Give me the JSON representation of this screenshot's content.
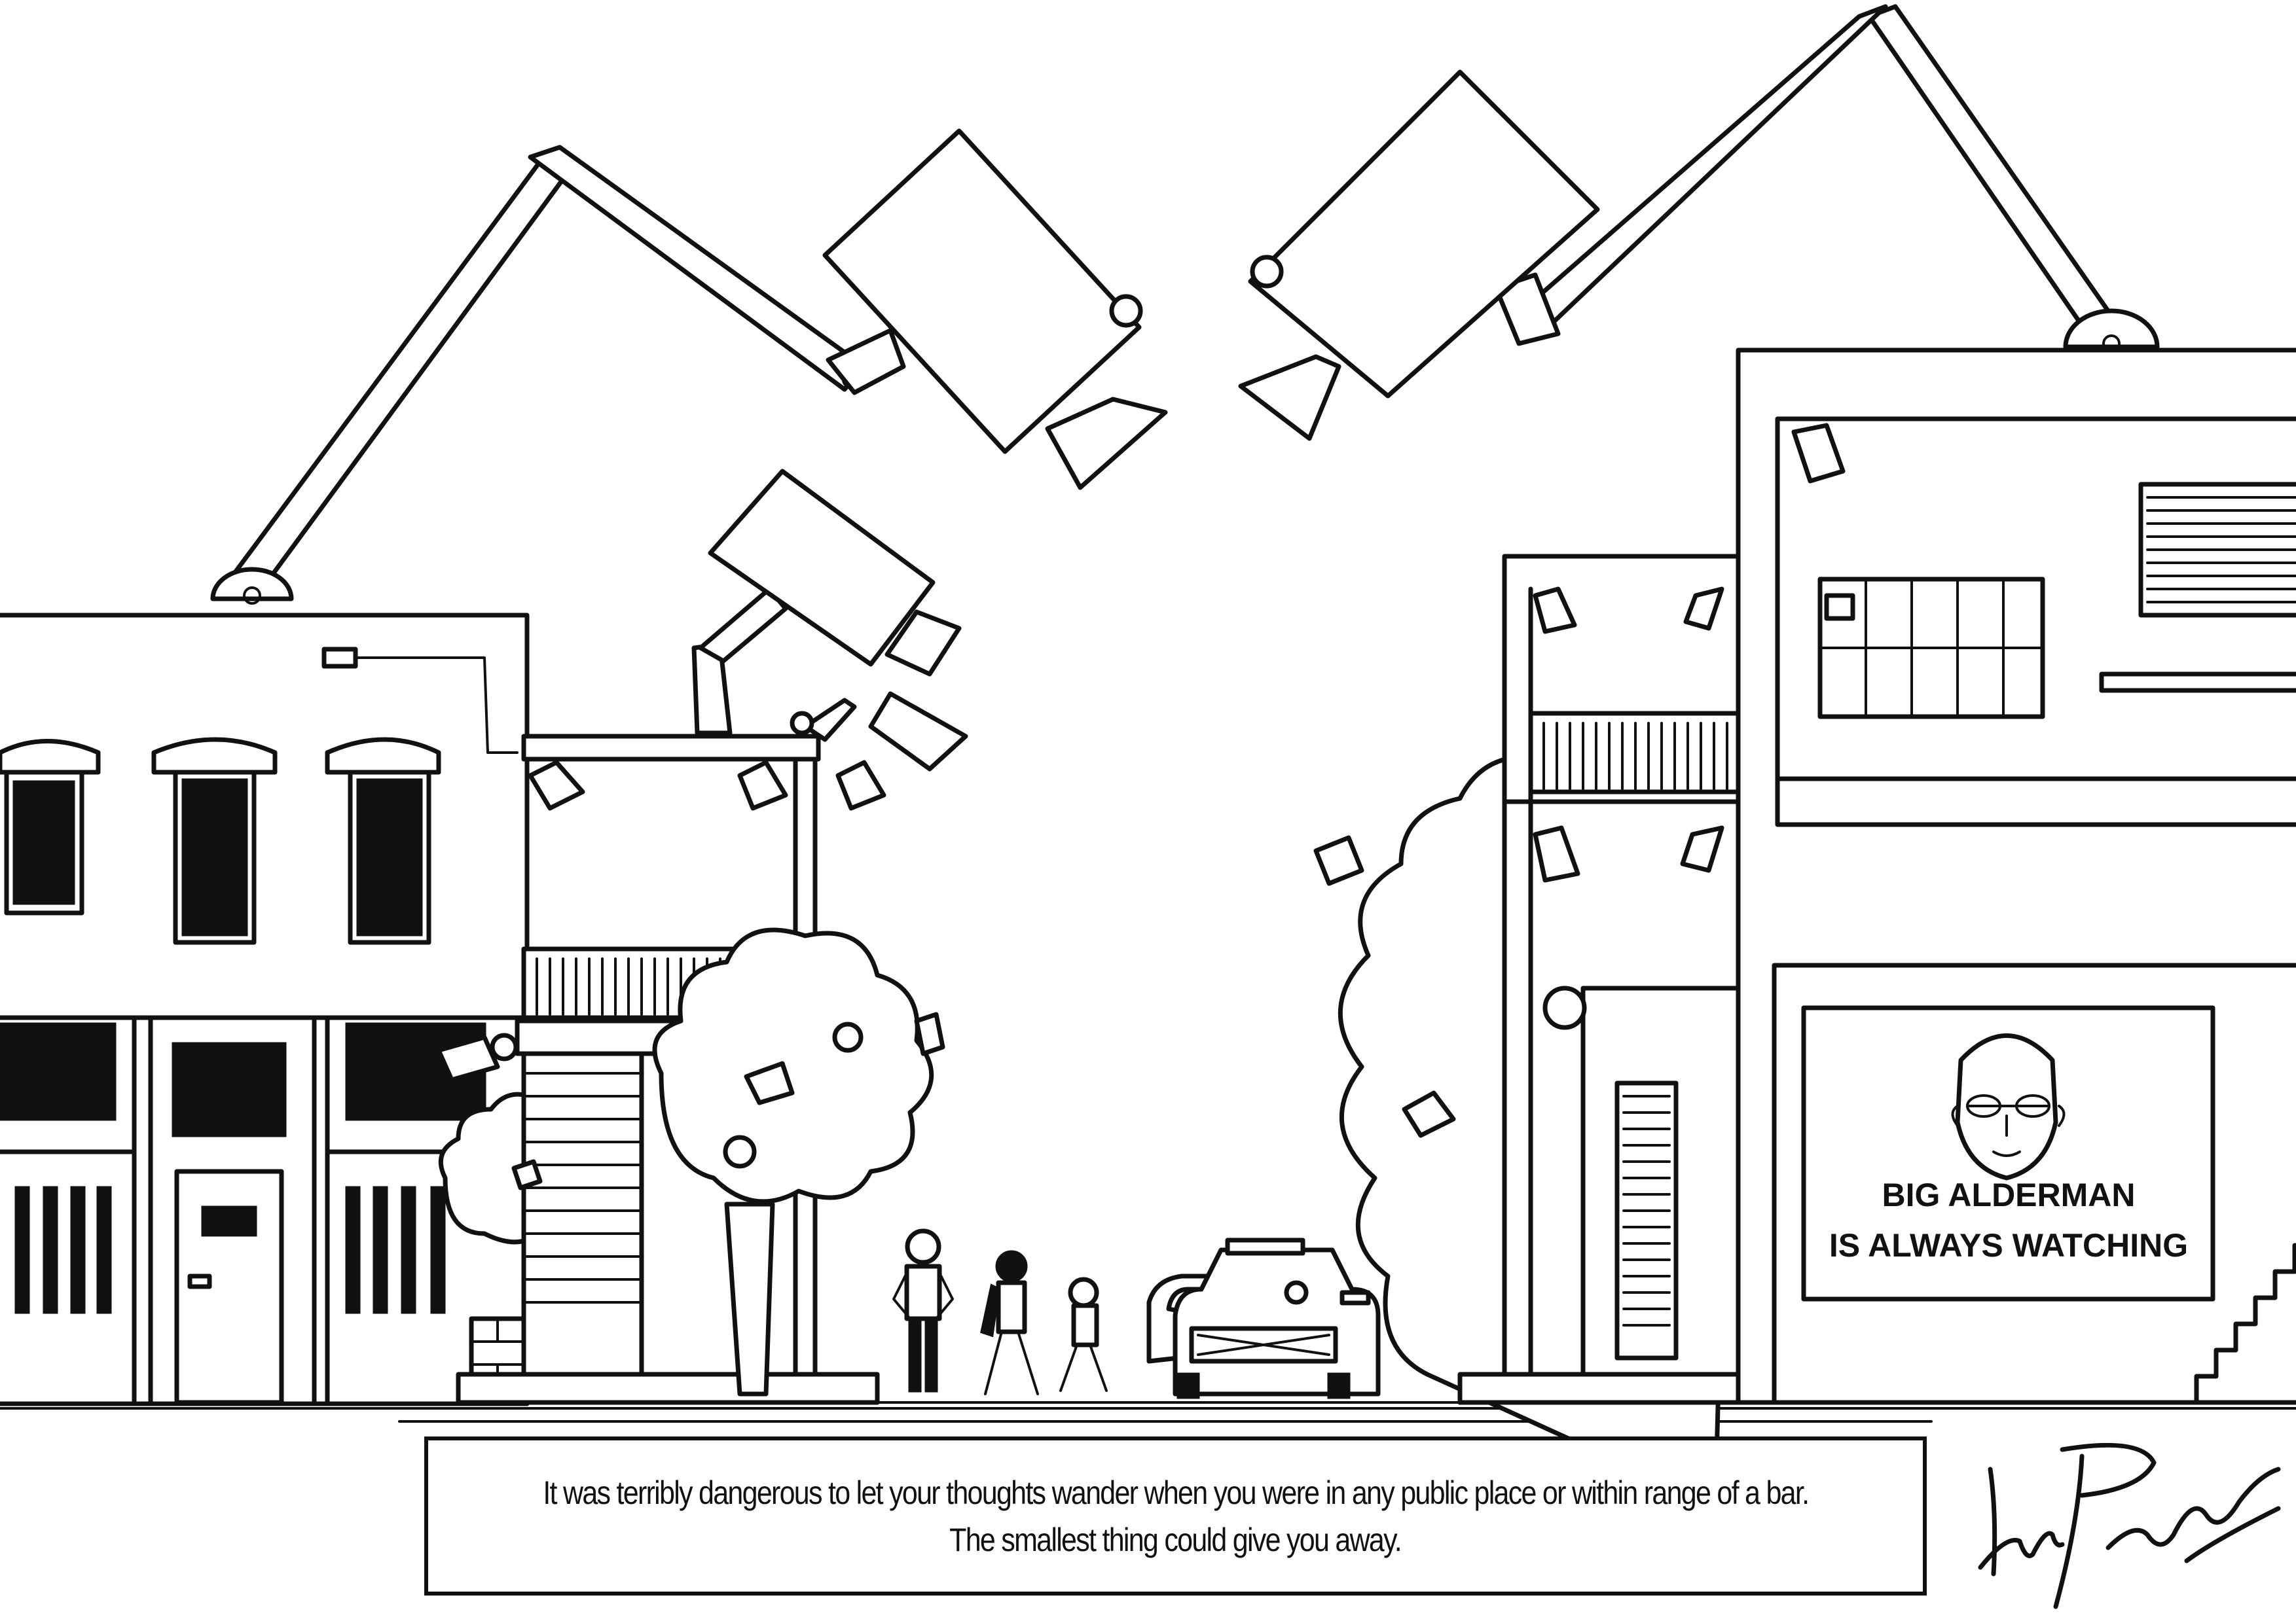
{
  "sign": {
    "line1": "BIG ALDERMAN",
    "line2": "IS ALWAYS WATCHING"
  },
  "caption": {
    "line1": "It was terribly dangerous to let your thoughts wander when you were in any public place or within range of a bar.",
    "line2": "The smallest thing could give you away."
  },
  "colors": {
    "ink": "#111111",
    "paper": "#ffffff"
  },
  "icons": {
    "surveillance": "security-camera-icon",
    "portrait": "alderman-face-icon"
  }
}
